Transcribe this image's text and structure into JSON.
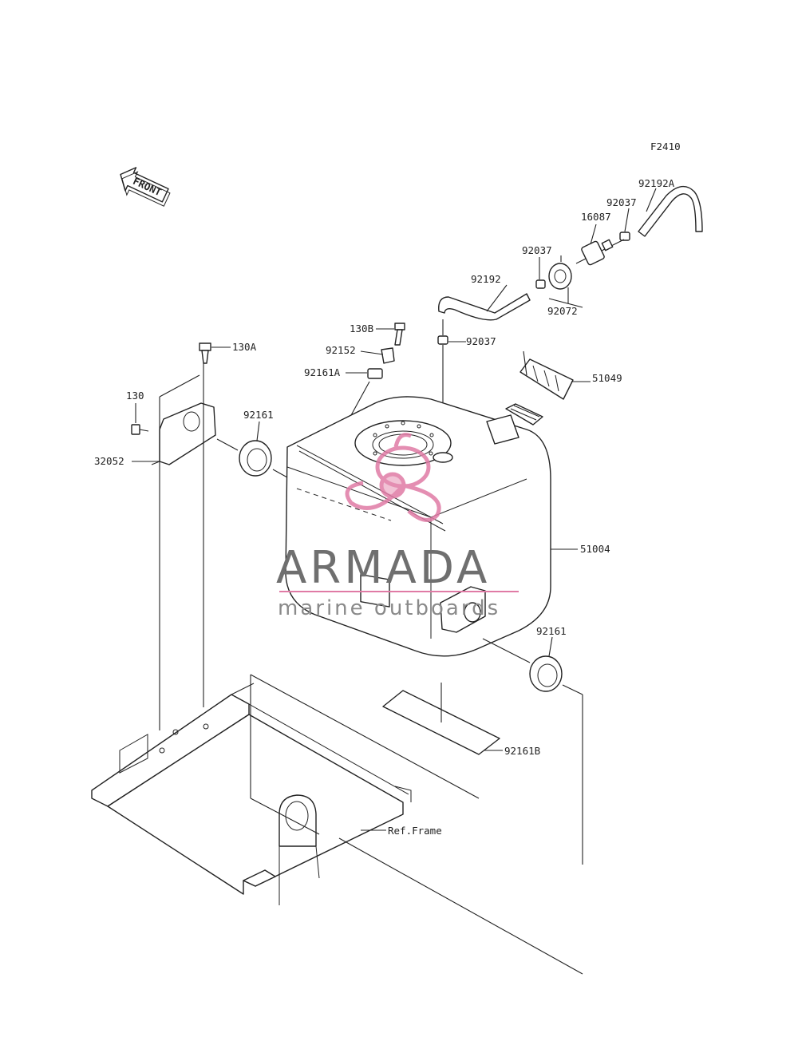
{
  "diagram": {
    "figure_code": "F2410",
    "front_arrow_label": "FRONT",
    "reference_label": "Ref.Frame",
    "parts": {
      "p92192A": "92192A",
      "p92037_top": "92037",
      "p16087": "16087",
      "p92037_mid": "92037",
      "p92192": "92192",
      "p92072": "92072",
      "p130B": "130B",
      "p92152": "92152",
      "p92037_low": "92037",
      "p92161A": "92161A",
      "p51049": "51049",
      "p130A": "130A",
      "p130": "130",
      "p92161_left": "92161",
      "p32052": "32052",
      "p51004": "51004",
      "p92161_right": "92161",
      "p92161B": "92161B"
    }
  },
  "watermark": {
    "brand": "ARMADA",
    "tagline": "marine outboards",
    "accent_color": "#e07ba5",
    "text_color": "#6f6f6f"
  }
}
